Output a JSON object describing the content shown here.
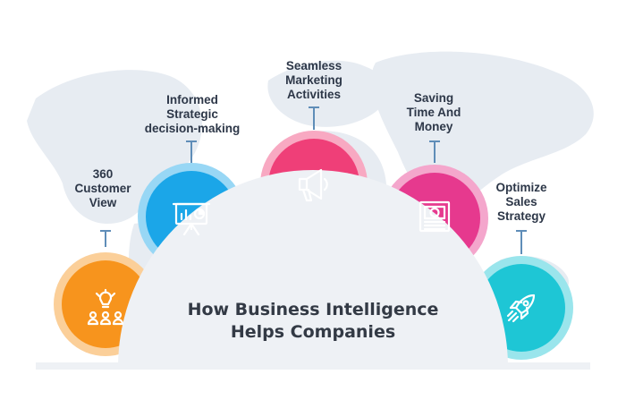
{
  "title": "How Business Intelligence\nHelps Companies",
  "items": [
    {
      "label": "360\nCustomer\nView",
      "color": "#f7941d",
      "icon": "customer-lightbulb-icon"
    },
    {
      "label": "Informed\nStrategic\ndecision-making",
      "color": "#1ba6e8",
      "icon": "presentation-board-icon"
    },
    {
      "label": "Seamless\nMarketing\nActivities",
      "color": "#ef3f78",
      "icon": "megaphone-icon"
    },
    {
      "label": "Saving\nTime And\nMoney",
      "color": "#e6398e",
      "icon": "money-banknote-icon"
    },
    {
      "label": "Optimize\nSales\nStrategy",
      "color": "#1ec6d5",
      "icon": "rocket-icon"
    }
  ],
  "colors": {
    "map": "#e7ecf2",
    "dome": "#eef1f5",
    "connector": "#5f8db8",
    "text": "#2d3748"
  }
}
